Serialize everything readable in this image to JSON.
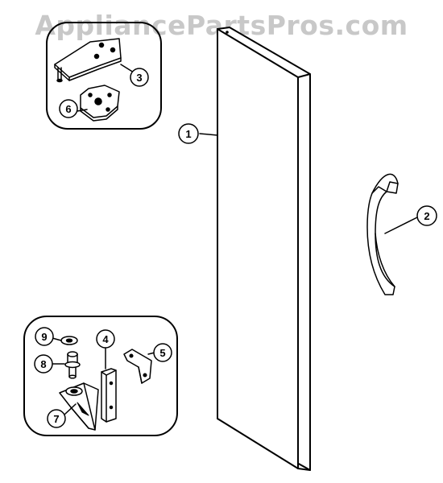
{
  "watermark": "AppliancePartsPros.com",
  "callouts": {
    "door": "1",
    "handle": "2",
    "top_hinge": "3",
    "channel": "4",
    "bracket": "5",
    "hinge_plate": "6",
    "bottom_hinge": "7",
    "pin": "8",
    "washer": "9"
  },
  "colors": {
    "line": "#000000",
    "watermark": "#c8c8c8",
    "background": "#ffffff"
  }
}
